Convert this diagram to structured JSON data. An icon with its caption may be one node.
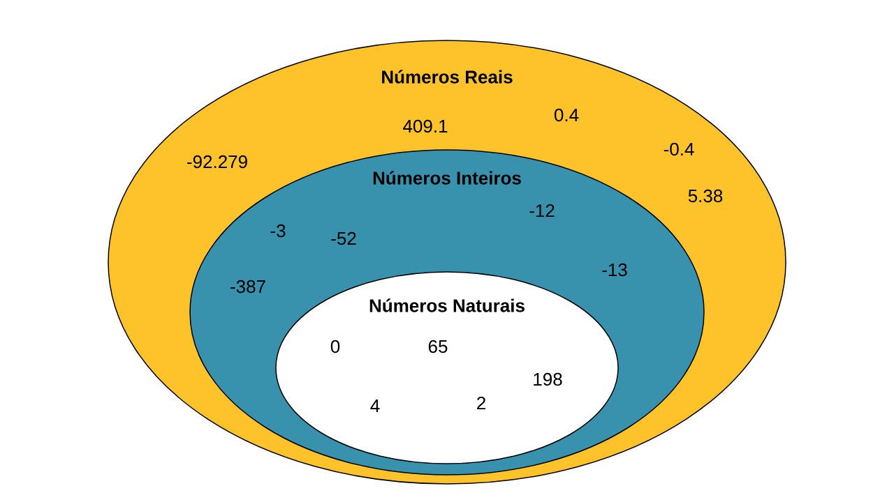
{
  "diagram": {
    "nodes": [
      {
        "text": [
          "Números Reais",
          "409.1",
          "0.4",
          "-92.279",
          "-0.4",
          "5.38"
        ]
      },
      {
        "text": [
          "Números Inteiros",
          "-12",
          "-3",
          "-52",
          "-13",
          "-387"
        ],
        "in": 0
      },
      {
        "text": [
          "Números Naturais",
          "0",
          "65",
          "198",
          "4",
          "2"
        ],
        "in": 1
      }
    ]
  }
}
